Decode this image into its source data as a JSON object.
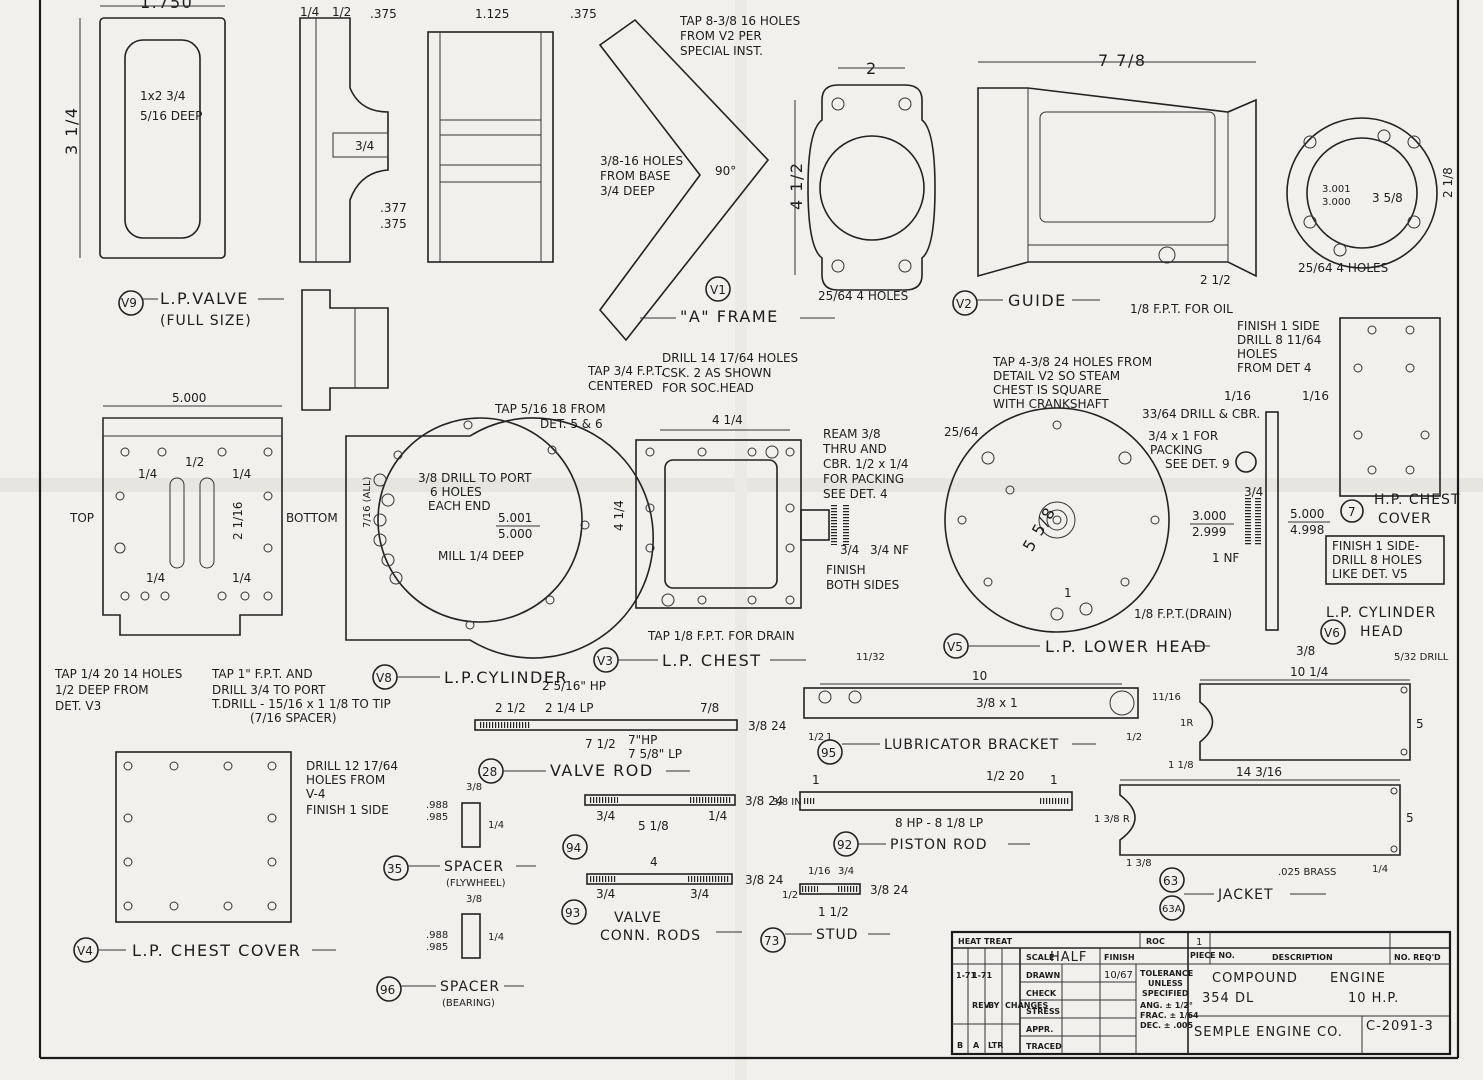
{
  "colors": {
    "paper": "#f1f0ec",
    "ink": "#1d1d1d"
  },
  "details": {
    "v9": {
      "num": "V9",
      "title": "L.P.VALVE",
      "sub": "(FULL SIZE)",
      "dims": [
        "1.750",
        "3 1/4",
        "1x2 3/4",
        "5/16 DEEP",
        ".375",
        "1.125",
        ".375",
        "3/4",
        ".377",
        ".375",
        "1/4",
        "1/2"
      ]
    },
    "v1": {
      "num": "V1",
      "title": "\"A\" FRAME",
      "notes": [
        "TAP 8-3/8 16 HOLES",
        "FROM V2 PER",
        "SPECIAL INST.",
        "3/8-16 HOLES",
        "FROM BASE",
        "3/4 DEEP",
        "90°",
        "4 1/2",
        "2",
        "25/64 4 HOLES"
      ]
    },
    "v2": {
      "num": "V2",
      "title": "GUIDE",
      "notes": [
        "7 7/8",
        "2 1/2",
        "1/8 F.P.T. FOR OIL",
        "3.001",
        "3.000",
        "3 5/8",
        "2 1/8",
        "25/64 4 HOLES"
      ]
    },
    "v8": {
      "num": "V8",
      "title": "L.P.CYLINDER",
      "notes": [
        "5.000",
        "TOP",
        "BOTTOM",
        "1/4",
        "1/2",
        "2 1/16",
        "TAP 5/16 18 FROM",
        "DET. 5 & 6",
        "3/8 DRILL TO PORT",
        "6 HOLES",
        "EACH END",
        "5.001",
        "5.000",
        "MILL 1/4 DEEP",
        "7/16 (ALL)",
        "TAP 1/4 20 14 HOLES",
        "1/2 DEEP FROM",
        "DET. V3",
        "TAP 1\" F.P.T. AND",
        "DRILL 3/4 TO PORT",
        "T.DRILL - 15/16 x 1 1/8 TO TIP",
        "(7/16 SPACER)"
      ]
    },
    "v3": {
      "num": "V3",
      "title": "L.P. CHEST",
      "notes": [
        "TAP 3/4 F.P.T.",
        "CENTERED",
        "DRILL 14 17/64 HOLES",
        "CSK. 2 AS SHOWN",
        "FOR SOC.HEAD",
        "4 1/4",
        "4 1/4",
        "REAM 3/8",
        "THRU AND",
        "CBR. 1/2 x 1/4",
        "FOR PACKING",
        "SEE DET. 4",
        "3/4",
        "3/4 NF",
        "FINISH",
        "BOTH SIDES",
        "TAP 1/8 F.P.T. FOR DRAIN"
      ]
    },
    "v5": {
      "num": "V5",
      "title": "L.P. LOWER HEAD",
      "notes": [
        "TAP 4-3/8 24 HOLES FROM",
        "DETAIL V2 SO STEAM",
        "CHEST IS SQUARE",
        "WITH CRANKSHAFT",
        "25/64",
        "33/64 DRILL & CBR.",
        "3/4 x 1 FOR",
        "PACKING",
        "SEE DET. 9",
        "3.000",
        "2.999",
        "1 NF",
        "5.000",
        "4.998",
        "5 5/8",
        "1",
        "1/8 F.P.T.(DRAIN)",
        "3/8",
        "1/16",
        "1/16",
        "3/4"
      ]
    },
    "v6": {
      "num": "V6",
      "title": "L.P. CYLINDER",
      "sub": "HEAD"
    },
    "det7": {
      "num": "7",
      "title": "H.P. CHEST",
      "sub": "COVER",
      "notes": [
        "FINISH 1 SIDE",
        "DRILL 8 11/64",
        "HOLES",
        "FROM DET 4",
        "FINISH 1 SIDE-",
        "DRILL 8 HOLES",
        "LIKE DET. V5"
      ]
    },
    "v4": {
      "num": "V4",
      "title": "L.P. CHEST COVER",
      "notes": [
        "DRILL 12 17/64",
        "HOLES FROM",
        "V-4",
        "FINISH 1 SIDE"
      ]
    },
    "d28": {
      "num": "28",
      "title": "VALVE ROD",
      "notes": [
        "2 5/16\" HP",
        "2 1/2",
        "2 1/4 LP",
        "7/8",
        "3/8 24",
        "7 1/2",
        "7\"HP",
        "7 5/8\" LP"
      ]
    },
    "d95": {
      "num": "95",
      "title": "LUBRICATOR BRACKET",
      "notes": [
        "11/32",
        "10",
        "3/8 x 1",
        "11/16",
        "1/2",
        "1",
        "1/2"
      ]
    },
    "d94": {
      "num": "94",
      "notes": [
        "3/4",
        "1/4",
        "5 1/8",
        "3/8 24"
      ]
    },
    "d92": {
      "num": "92",
      "title": "PISTON ROD",
      "notes": [
        "1",
        "1/2 20",
        "1",
        "3/8 IN",
        "8 HP - 8 1/8 LP"
      ]
    },
    "d35": {
      "num": "35",
      "title": "SPACER",
      "sub": "(FLYWHEEL)",
      "notes": [
        "3/8",
        ".988",
        ".985",
        "1/4"
      ]
    },
    "d96": {
      "num": "96",
      "title": "SPACER",
      "sub": "(BEARING)",
      "notes": [
        "3/8",
        ".988",
        ".985",
        "1/4"
      ]
    },
    "d93": {
      "num": "93",
      "title": "VALVE",
      "sub": "CONN. RODS",
      "notes": [
        "4",
        "3/4",
        "3/4",
        "3/8 24"
      ]
    },
    "d73": {
      "num": "73",
      "title": "STUD",
      "notes": [
        "1/16",
        "3/4",
        "1/2",
        "1 1/2",
        "3/8 24",
        "3/8"
      ]
    },
    "d63": {
      "num": "63",
      "num2": "63A",
      "title": "JACKET",
      "notes": [
        "10 1/4",
        "5/32 DRILL",
        "1R",
        "5",
        "1 1/8",
        "14 3/16",
        "1 3/8 R",
        "5",
        "1 3/8",
        ".025 BRASS",
        "1/4"
      ]
    }
  },
  "title_block": {
    "heat_treat": "HEAT TREAT",
    "scale_label": "SCALE",
    "scale_value": "HALF",
    "finish_label": "FINISH",
    "roc": "ROC",
    "drawn_label": "DRAWN",
    "drawn_date": "10/67",
    "check_label": "CHECK",
    "stress_label": "STRESS",
    "appr_label": "APPR.",
    "traced_label": "TRACED",
    "tolerance": [
      "TOLERANCE",
      "UNLESS",
      "SPECIFIED",
      "ANG. ± 1/2°",
      "FRAC. ± 1/64",
      "DEC. ± .005"
    ],
    "piece_label": "PIECE NO.",
    "piece_value": "1",
    "description_label": "DESCRIPTION",
    "no_label": "NO. REQ'D",
    "rev_col": [
      "B",
      "A",
      "LTR",
      "1-71",
      "1-71",
      "REV.",
      "BY",
      "CHANGES"
    ],
    "line1a": "COMPOUND",
    "line1b": "ENGINE",
    "line2a": "354 DL",
    "line2b": "10 H.P.",
    "company": "SEMPLE ENGINE CO.",
    "drawing_no": "C-2091-3"
  }
}
